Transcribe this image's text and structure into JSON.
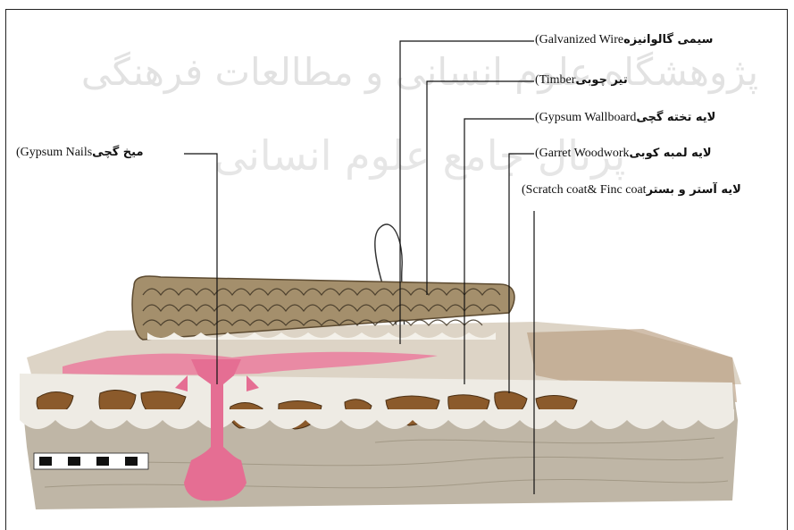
{
  "figure": {
    "watermark_line1": "پژوهشگاه علوم انسانی و مطالعات فرهنگی",
    "watermark_line2": "پرتال جامع علوم انسانی",
    "colors": {
      "plaster": "#ece7dc",
      "plaster_dark": "#c9c1b2",
      "base_soil": "#bdb4a4",
      "reed_mat": "#9c8a6a",
      "pink_nail": "#e77a9a",
      "wood": "#8a5a2c",
      "leader": "#111111"
    }
  },
  "labels": [
    {
      "id": "galvanized-wire",
      "fa": "سیمی گالوانیزه",
      "en": "(Galvanized Wire"
    },
    {
      "id": "timber",
      "fa": "تیر چوبی",
      "en": "(Timber"
    },
    {
      "id": "gypsum-wallboard",
      "fa": "لایه تخته گچی",
      "en": "(Gypsum Wallboard"
    },
    {
      "id": "garret-woodwork",
      "fa": "لایه لمبه کوبی",
      "en": "(Garret Woodwork"
    },
    {
      "id": "scratch-coat",
      "fa": "لایه آستر و بستر",
      "en": "(Scratch coat& Finc coat"
    },
    {
      "id": "gypsum-nails",
      "fa": "میخ گچی",
      "en": "(Gypsum Nails"
    }
  ]
}
